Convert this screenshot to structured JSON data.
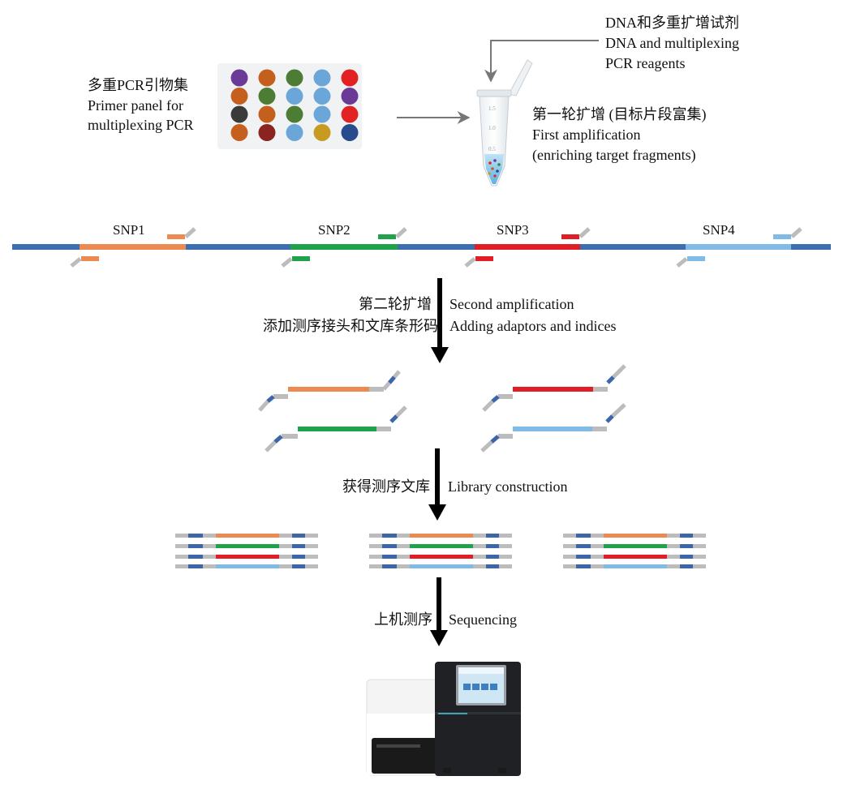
{
  "colors": {
    "backbone": "#3b6fb0",
    "orange": "#ec8a52",
    "green": "#1fa24a",
    "red": "#e11d25",
    "lightblue": "#7fbbe6",
    "adaptor_gray": "#bcbcbc",
    "index_blue": "#3d66a8"
  },
  "primer_panel": {
    "label_cn": "多重PCR引物集",
    "label_en_1": "Primer panel for",
    "label_en_2": "multiplexing PCR",
    "well_colors": [
      [
        "#6b3a96",
        "#c55f1d",
        "#4d7d34",
        "#6aa6d8",
        "#e22222"
      ],
      [
        "#c55f1d",
        "#4d7d34",
        "#6aa6d8",
        "#6aa6d8",
        "#6b3a96"
      ],
      [
        "#3a3a3a",
        "#c55f1d",
        "#4d7d34",
        "#6aa6d8",
        "#e22222"
      ],
      [
        "#c55f1d",
        "#8b2320",
        "#6aa6d8",
        "#c79a22",
        "#274b8c"
      ]
    ]
  },
  "reagents": {
    "line1": "DNA和多重扩增试剂",
    "line2": "DNA and multiplexing",
    "line3": "PCR reagents"
  },
  "first_amp": {
    "line1": "第一轮扩增 (目标片段富集)",
    "line2": "First amplification",
    "line3": "(enriching target fragments)"
  },
  "snps": [
    "SNP1",
    "SNP2",
    "SNP3",
    "SNP4"
  ],
  "step2": {
    "cn1": "第二轮扩增",
    "cn2": "添加测序接头和文库条形码",
    "en1": "Second amplification",
    "en2": "Adding adaptors and indices"
  },
  "step3": {
    "cn": "获得测序文库",
    "en": "Library construction"
  },
  "step4": {
    "cn": "上机测序",
    "en": "Sequencing"
  }
}
